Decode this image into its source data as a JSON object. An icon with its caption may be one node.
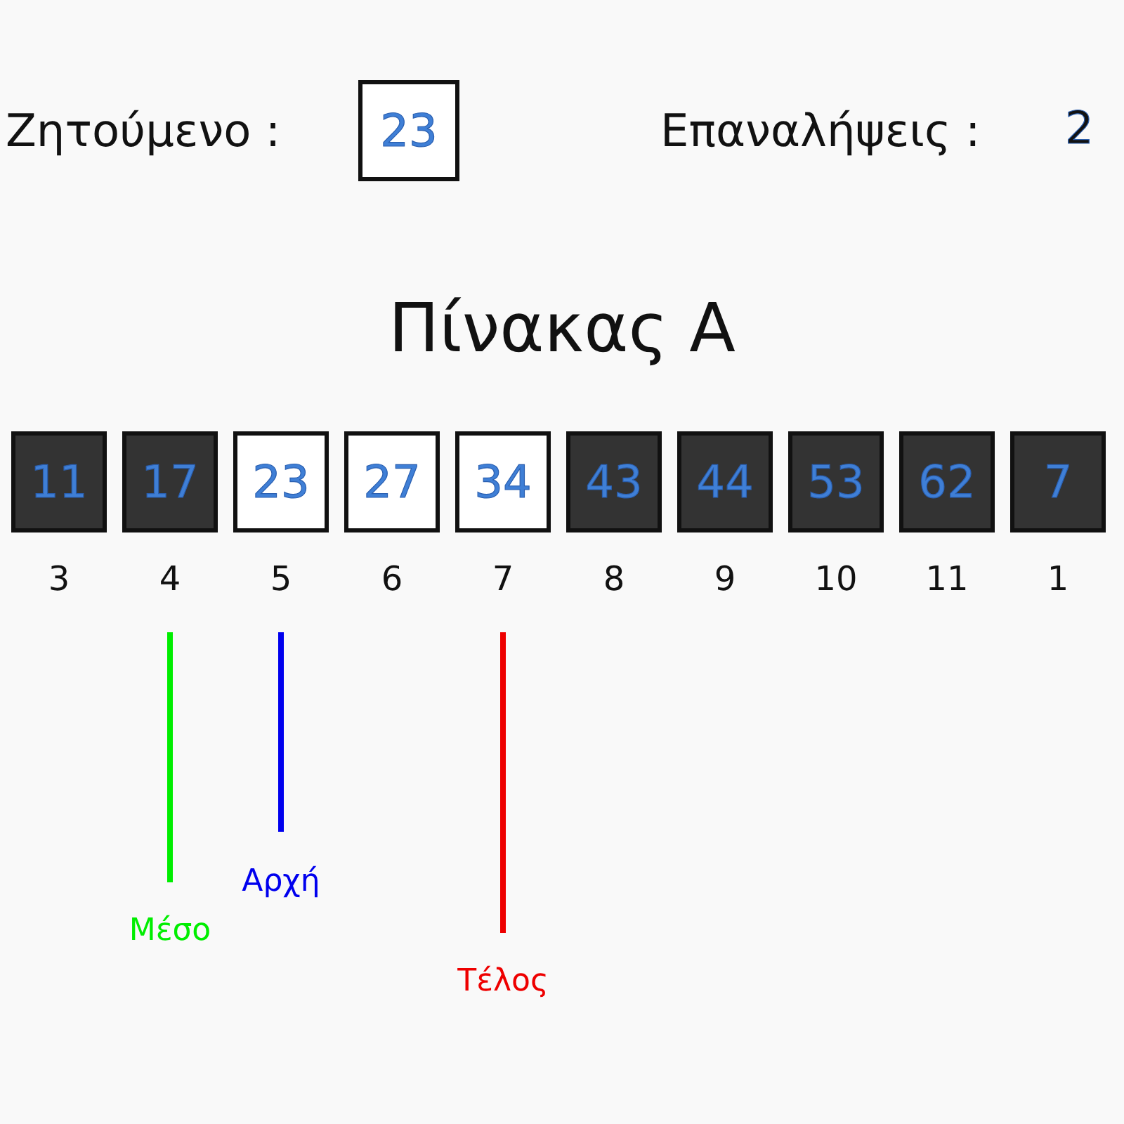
{
  "diagram": {
    "title": "Πίνακας Α",
    "nodes": [
      {
        "text": [
          "23"
        ]
      },
      {
        "text": [
          "11"
        ],
        "beside": [
          "3"
        ]
      },
      {
        "text": [
          "17"
        ],
        "beside": [
          "4"
        ]
      },
      {
        "text": [
          "23"
        ],
        "beside": [
          "5"
        ]
      },
      {
        "text": [
          "27"
        ],
        "beside": [
          "6"
        ]
      },
      {
        "text": [
          "34"
        ],
        "beside": [
          "7"
        ]
      },
      {
        "text": [
          "43"
        ],
        "beside": [
          "8"
        ]
      },
      {
        "text": [
          "44"
        ],
        "beside": [
          "9"
        ]
      },
      {
        "text": [
          "53"
        ],
        "beside": [
          "10"
        ]
      },
      {
        "text": [
          "62"
        ],
        "beside": [
          "11"
        ]
      },
      {
        "text": [
          "7"
        ],
        "beside": [
          "1"
        ]
      },
      {
        "text": [
          "Μέσο"
        ]
      },
      {
        "text": [
          "Αρχή"
        ]
      },
      {
        "text": [
          "Τέλος"
        ]
      }
    ],
    "edges": [
      {
        "from": 11,
        "to": 2,
        "arrow": "none",
        "color": "#00ee00"
      },
      {
        "from": 12,
        "to": 3,
        "arrow": "none",
        "color": "#0000ee"
      },
      {
        "from": 13,
        "to": 5,
        "arrow": "none",
        "color": "#ee0000"
      }
    ],
    "labels": [
      "Ζητούμενο :",
      "Επαναλήψεις :",
      "2"
    ]
  }
}
